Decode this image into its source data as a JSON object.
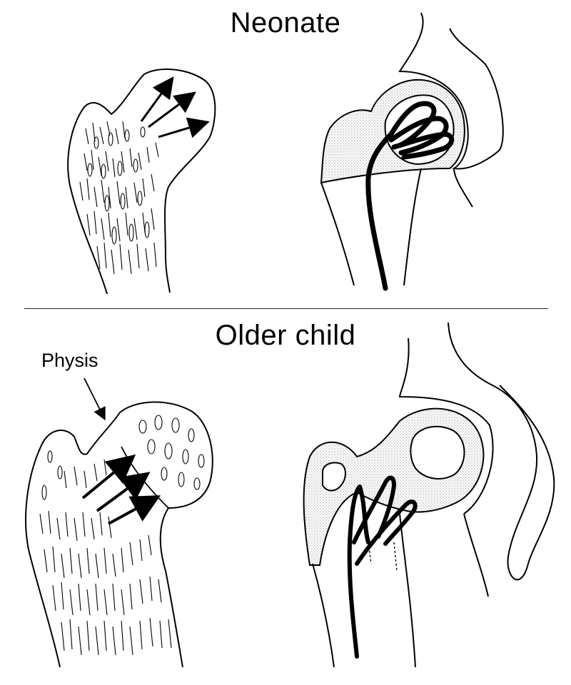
{
  "panels": {
    "top": {
      "title": "Neonate"
    },
    "bottom": {
      "title": "Older child",
      "physis_label": "Physis"
    }
  },
  "colors": {
    "ink": "#000000",
    "stipple": "#d9d9d9",
    "paper": "#ffffff"
  }
}
